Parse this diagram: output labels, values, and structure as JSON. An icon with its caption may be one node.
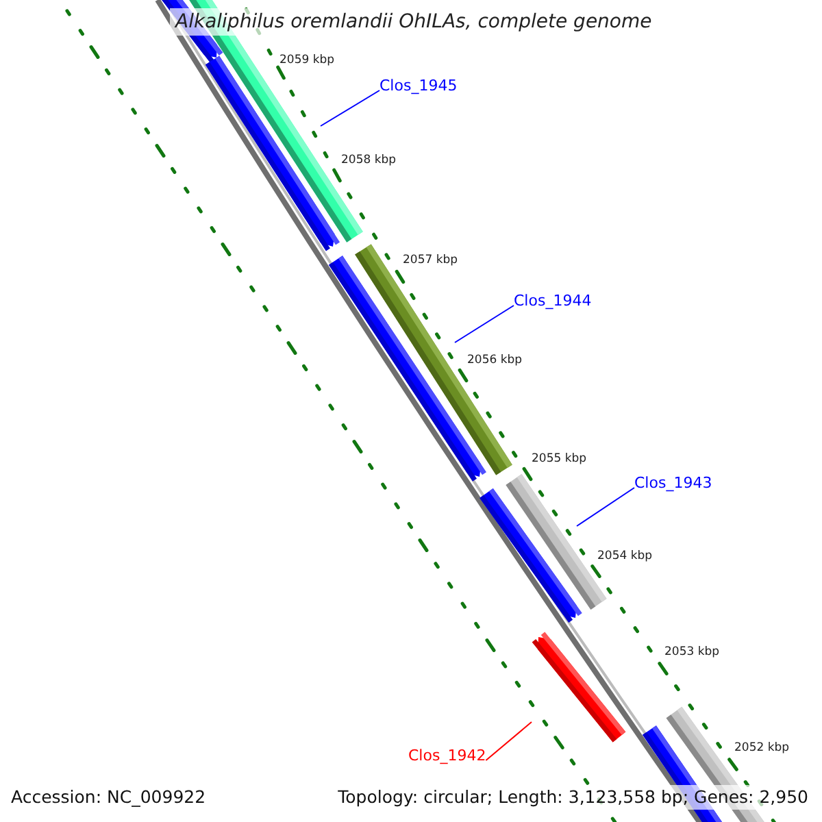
{
  "diagram": {
    "title": "Alkaliphilus oremlandii OhILAs, complete genome",
    "nodes": [
      {
        "text": [
          "Clos_1945"
        ]
      },
      {
        "text": [
          "Clos_1944"
        ]
      },
      {
        "text": [
          "Clos_1943"
        ]
      },
      {
        "text": [
          "Clos_1942"
        ]
      }
    ],
    "edges": [
      {
        "from": 0,
        "to": null,
        "arrow": "none"
      },
      {
        "from": 1,
        "to": null,
        "arrow": "none"
      },
      {
        "from": 2,
        "to": null,
        "arrow": "none"
      },
      {
        "from": 3,
        "to": null,
        "arrow": "none",
        "color": "#ff0000"
      }
    ],
    "labels": [
      "2059 kbp",
      "2058 kbp",
      "2057 kbp",
      "2056 kbp",
      "2055 kbp",
      "2054 kbp",
      "2053 kbp",
      "2052 kbp",
      "Accession: NC_009922",
      "Topology: circular; Length: 3,123,558 bp; Genes: 2,950"
    ]
  }
}
